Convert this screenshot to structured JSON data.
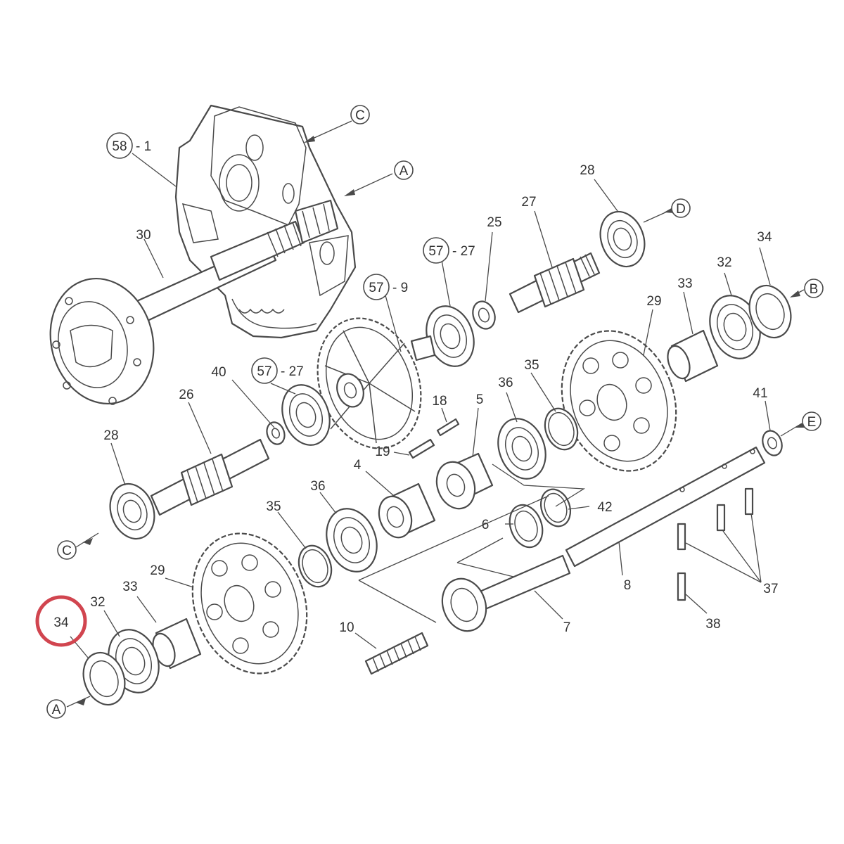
{
  "labels": {
    "l58": "58",
    "l58_suffix": "- 1",
    "l30": "30",
    "l57a": "57",
    "l57a_suffix": "- 27",
    "l25": "25",
    "l27": "27",
    "l28_top": "28",
    "l57b": "57",
    "l57b_suffix": "- 9",
    "l34_top": "34",
    "l32_top": "32",
    "l33_top": "33",
    "l29_top": "29",
    "l40": "40",
    "l57c": "57",
    "l57c_suffix": "- 27",
    "l26": "26",
    "l35_top": "35",
    "l36_top": "36",
    "l18": "18",
    "l5": "5",
    "l41": "41",
    "l28_left": "28",
    "l19": "19",
    "l4": "4",
    "l42": "42",
    "l6": "6",
    "l36_mid": "36",
    "l35_mid": "35",
    "l8": "8",
    "l37": "37",
    "l38": "38",
    "l7": "7",
    "l29_bottom": "29",
    "l33_bottom": "33",
    "l32_bottom": "32",
    "l34_bottom": "34",
    "l10": "10"
  },
  "refs": {
    "A_top": "A",
    "B": "B",
    "C_top": "C",
    "D": "D",
    "E": "E",
    "C_left": "C",
    "A_bottom": "A"
  },
  "highlight": {
    "part": "34",
    "color": "#d1454f"
  },
  "line_color": "#4a4a4a"
}
